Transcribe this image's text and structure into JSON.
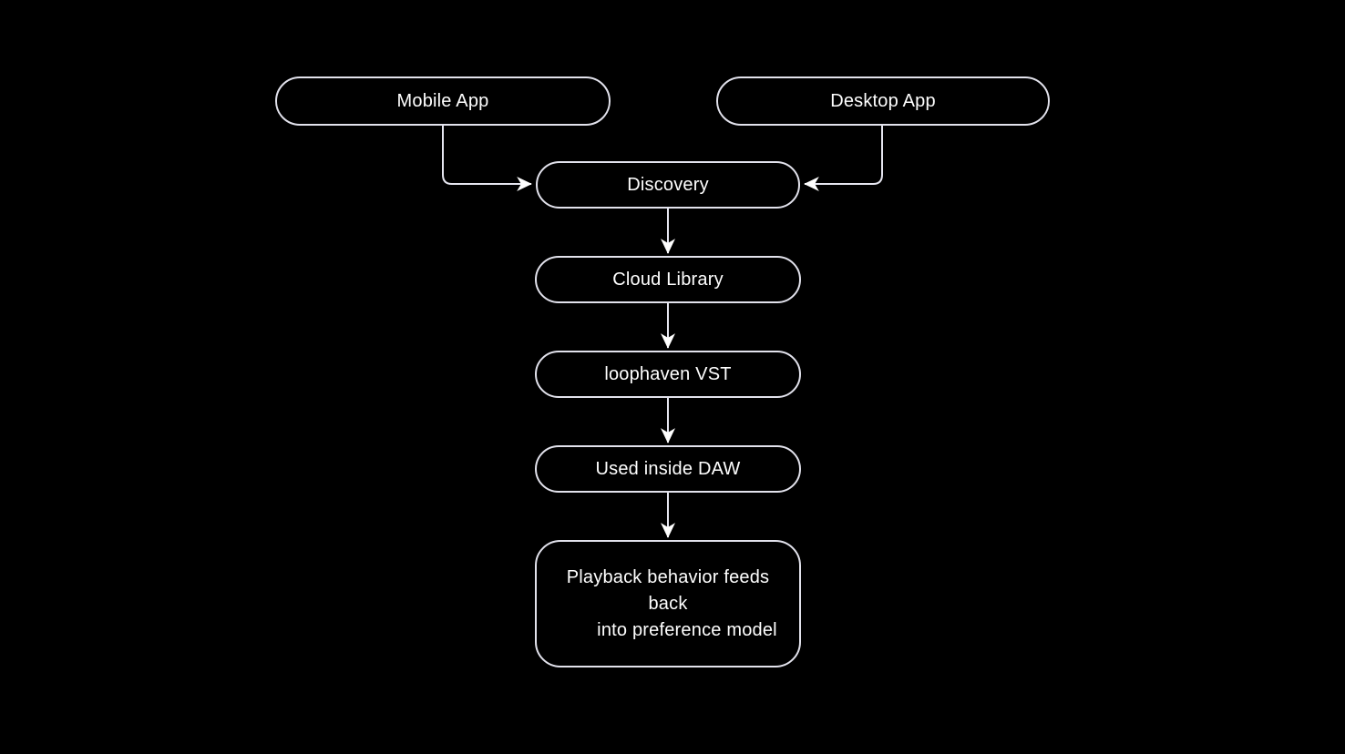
{
  "diagram": {
    "background_color": "#000000",
    "node_border_color": "#e2e2ec",
    "edge_color": "#e6e6f0",
    "arrowhead_color": "#ffffff",
    "text_color": "#ffffff",
    "nodes": [
      {
        "id": "mobile-app",
        "label": "Mobile App"
      },
      {
        "id": "desktop-app",
        "label": "Desktop App"
      },
      {
        "id": "discovery",
        "label": "Discovery"
      },
      {
        "id": "cloud-library",
        "label": "Cloud Library"
      },
      {
        "id": "loophaven-vst",
        "label": "loophaven VST"
      },
      {
        "id": "used-inside-daw",
        "label": "Used inside DAW"
      },
      {
        "id": "playback-feedback",
        "lines": {
          "line1": "Playback behavior feeds",
          "line2": "back",
          "line3": "into preference model"
        }
      }
    ],
    "edges": [
      {
        "from": "mobile-app",
        "to": "discovery"
      },
      {
        "from": "desktop-app",
        "to": "discovery"
      },
      {
        "from": "discovery",
        "to": "cloud-library"
      },
      {
        "from": "cloud-library",
        "to": "loophaven-vst"
      },
      {
        "from": "loophaven-vst",
        "to": "used-inside-daw"
      },
      {
        "from": "used-inside-daw",
        "to": "playback-feedback"
      }
    ]
  }
}
